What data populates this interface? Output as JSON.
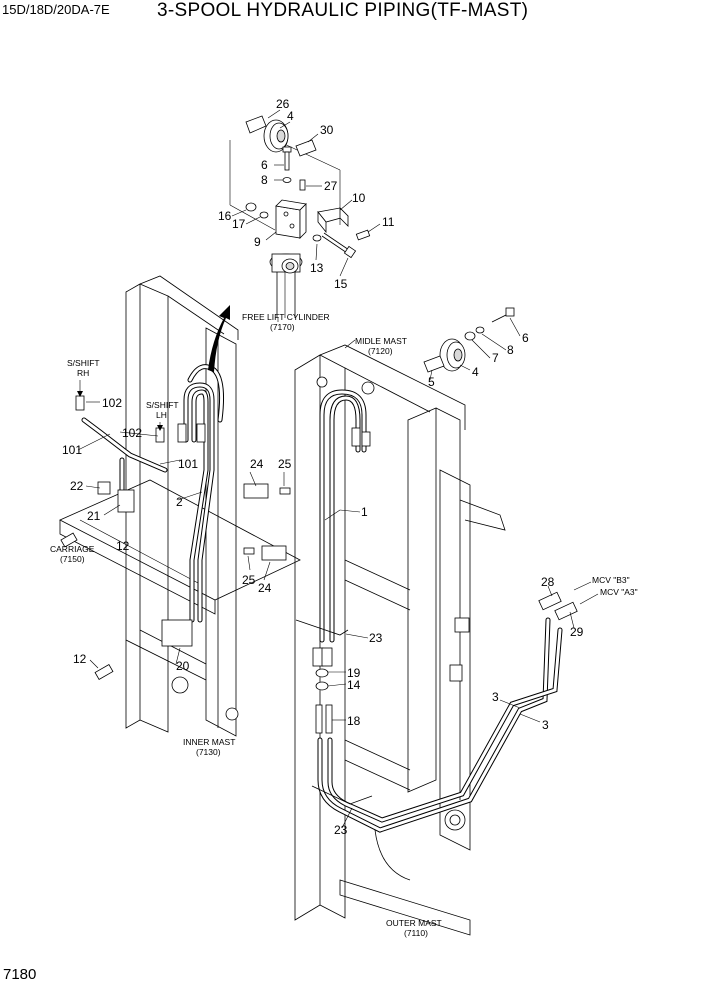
{
  "header": {
    "model": "15D/18D/20DA-7E",
    "title": "3-SPOOL HYDRAULIC PIPING(TF-MAST)"
  },
  "footer": {
    "page_number": "7180"
  },
  "labels": {
    "free_lift_cylinder": "FREE LIFT CYLINDER",
    "free_lift_cylinder_code": "(7170)",
    "midle_mast": "MIDLE MAST",
    "midle_mast_code": "(7120)",
    "sshift_rh_1": "S/SHIFT",
    "sshift_rh_2": "RH",
    "sshift_lh_1": "S/SHIFT",
    "sshift_lh_2": "LH",
    "carriage": "CARRIAGE",
    "carriage_code": "(7150)",
    "inner_mast": "INNER MAST",
    "inner_mast_code": "(7130)",
    "outer_mast": "OUTER MAST",
    "outer_mast_code": "(7110)",
    "mcv_b3": "MCV \"B3\"",
    "mcv_a3": "MCV \"A3\""
  },
  "callouts": {
    "c26": "26",
    "c4a": "4",
    "c30": "30",
    "c6a": "6",
    "c8a": "8",
    "c27": "27",
    "c10": "10",
    "c16": "16",
    "c17": "17",
    "c11": "11",
    "c9": "9",
    "c13": "13",
    "c15": "15",
    "c6b": "6",
    "c8b": "8",
    "c7": "7",
    "c4b": "4",
    "c5": "5",
    "c102a": "102",
    "c102b": "102",
    "c101a": "101",
    "c101b": "101",
    "c22": "22",
    "c21": "21",
    "c12a": "12",
    "c2": "2",
    "c24a": "24",
    "c25a": "25",
    "c1": "1",
    "c25b": "25",
    "c24b": "24",
    "c23a": "23",
    "c19": "19",
    "c14": "14",
    "c18": "18",
    "c12b": "12",
    "c20": "20",
    "c28": "28",
    "c29": "29",
    "c3a": "3",
    "c3b": "3",
    "c23b": "23"
  }
}
